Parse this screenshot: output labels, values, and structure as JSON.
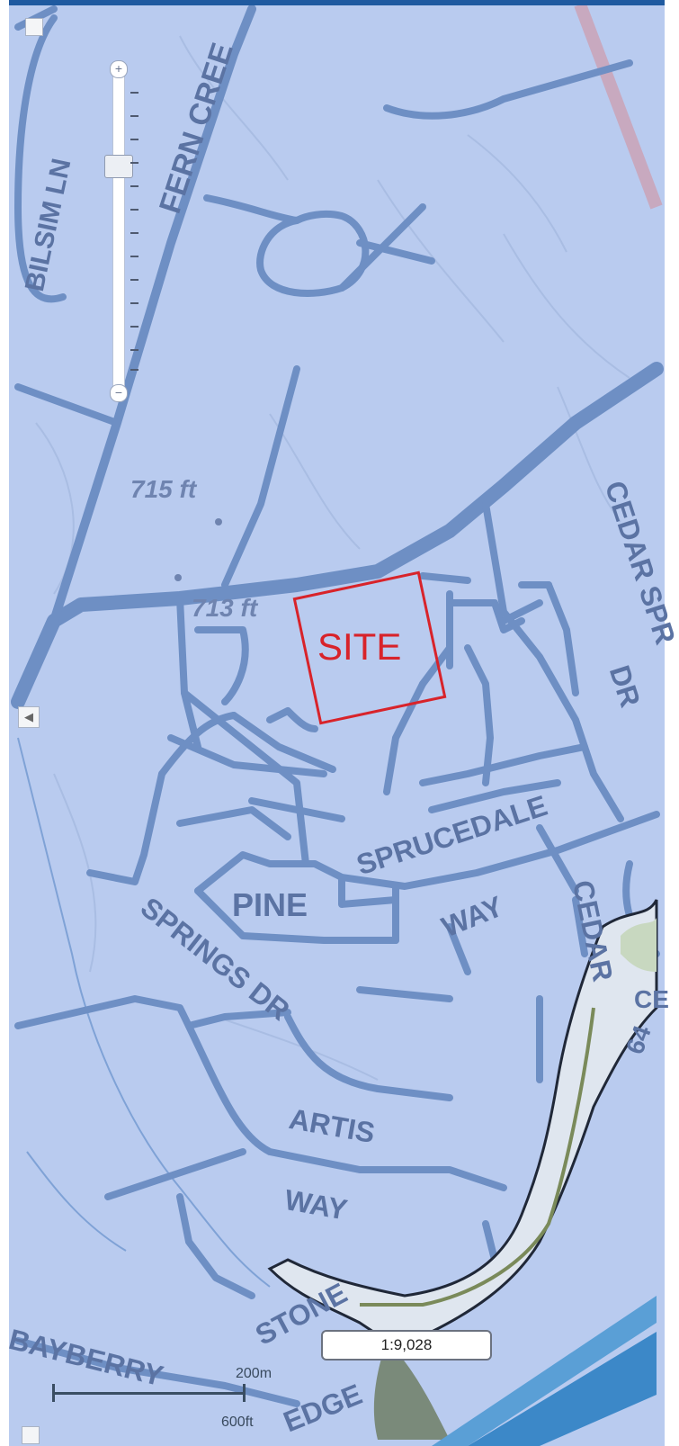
{
  "map": {
    "streets": [
      {
        "id": "bilsim",
        "text": "BILSIM LN"
      },
      {
        "id": "ferncree",
        "text": "FERN CREE"
      },
      {
        "id": "cedarspr",
        "text": "CEDAR SPR"
      },
      {
        "id": "dr1",
        "text": "DR"
      },
      {
        "id": "sprucedale",
        "text": "SPRUCEDALE"
      },
      {
        "id": "pine",
        "text": "PINE"
      },
      {
        "id": "way1",
        "text": "WAY"
      },
      {
        "id": "cedar",
        "text": "CEDAR"
      },
      {
        "id": "springsdr",
        "text": "SPRINGS DR"
      },
      {
        "id": "artis",
        "text": "ARTIS"
      },
      {
        "id": "way2",
        "text": "WAY"
      },
      {
        "id": "stone",
        "text": "STONE"
      },
      {
        "id": "bayberry",
        "text": "BAYBERRY"
      },
      {
        "id": "edge",
        "text": "EDGE"
      },
      {
        "id": "six",
        "text": "64"
      },
      {
        "id": "ce",
        "text": "CE"
      }
    ],
    "elevations": [
      "715 ft",
      "713 ft"
    ],
    "site_label": "SITE"
  },
  "controls": {
    "zoom_in": "+",
    "zoom_out": "−",
    "pan_left": "◀",
    "scale_ratio": "1:9,028",
    "scale_metric": "200m",
    "scale_imperial": "600ft"
  },
  "colors": {
    "background": "#b9cbef",
    "road": "#6e8fc4",
    "site": "#d8232a"
  }
}
